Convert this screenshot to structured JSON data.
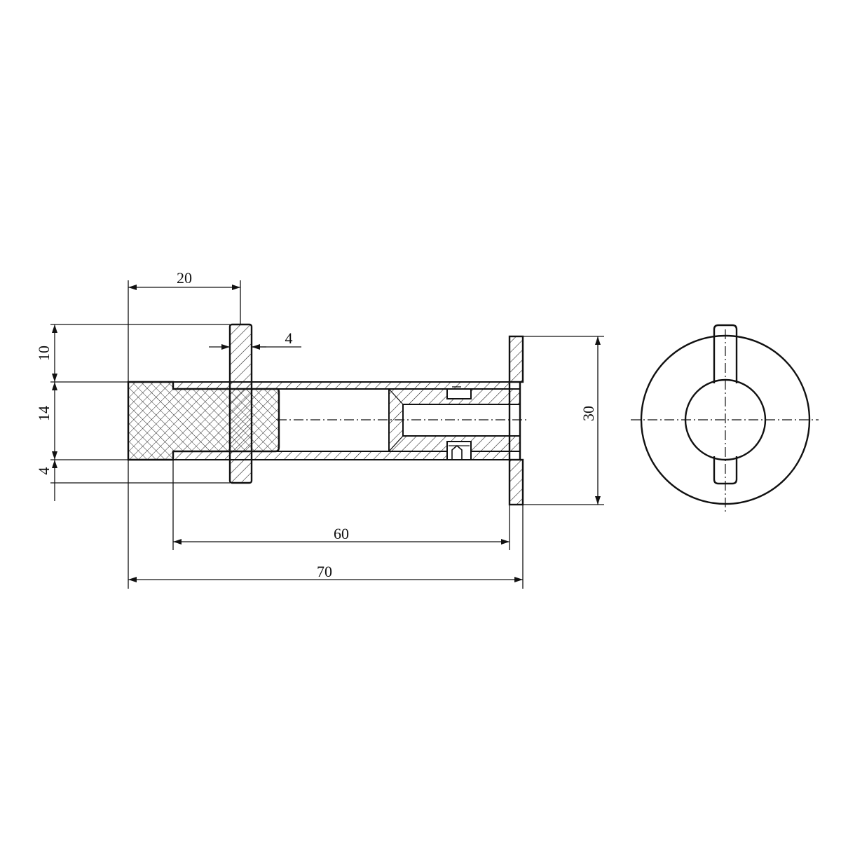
{
  "dimensions": {
    "knob_length": "20",
    "cap_height": "10",
    "rod_thickness": "4",
    "body_diameter": "14",
    "rose_height_below": "4",
    "body_length": "60",
    "total_length": "70",
    "rose_diameter": "30"
  },
  "colors": {
    "line": "#111111",
    "background": "#ffffff"
  }
}
